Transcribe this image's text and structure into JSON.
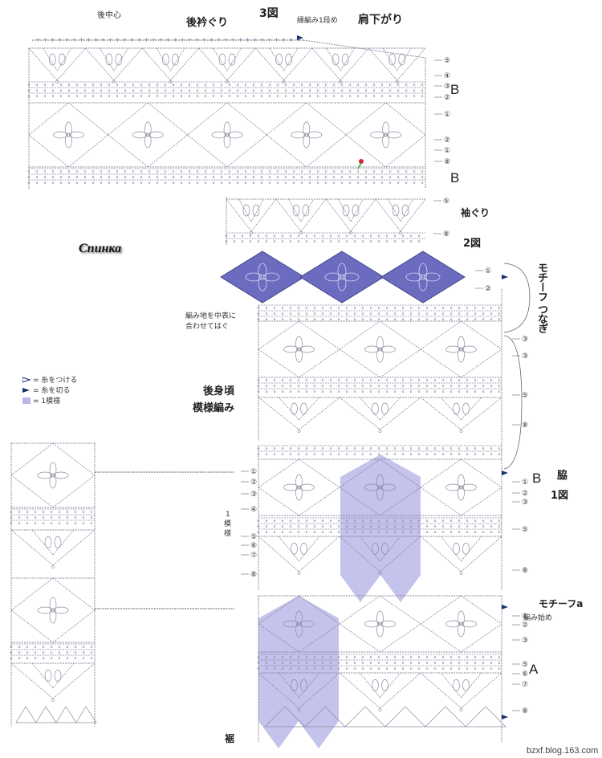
{
  "diagram": {
    "top_labels": {
      "back_center": "後中心",
      "back_neckline": "後衿ぐり",
      "figure3": "3図",
      "edge_row_note": "縁編み1段め",
      "shoulder_drop": "肩下がり"
    },
    "side_labels": {
      "section_b_upper": "B",
      "section_b_lower": "B",
      "armhole": "袖ぐり",
      "figure2": "2図",
      "motif_join": "モチーフ つなぎ",
      "join_note_1": "編み地を中表に",
      "join_note_2": "合わせてはぐ",
      "back_body": "後身頃",
      "pattern_stitch": "模様編み",
      "section_b_side": "B",
      "side_seam": "脇",
      "figure1": "1図",
      "one_repeat_1": "1",
      "one_repeat_2": "模",
      "one_repeat_3": "様",
      "motif_a": "モチーフa",
      "start_note": "編み始め",
      "section_a": "A",
      "hem": "裾"
    },
    "legend": {
      "attach_yarn": "= 糸をつける",
      "cut_yarn": "= 糸を切る",
      "one_repeat": "= 1模様",
      "marker_color": "#1a3070",
      "repeat_color": "#b9b9e8"
    },
    "row_numbers": {
      "top_block": [
        "⑤",
        "④",
        "③",
        "②",
        "①",
        "②",
        "①",
        "⑧"
      ],
      "armhole_block": [
        "⑤",
        "⑧"
      ],
      "motif_row": [
        "①",
        "②"
      ],
      "upper_body": [
        "③",
        "③",
        "⑤",
        "⑧"
      ],
      "repeat_left": [
        "①",
        "②",
        "③",
        "④",
        "⑤",
        "⑥",
        "⑦",
        "⑧"
      ],
      "repeat_right": [
        "①",
        "②",
        "③",
        "⑤",
        "⑧"
      ],
      "lower_right": [
        "①",
        "②",
        "③",
        "⑤",
        "⑥",
        "⑦",
        "⑧"
      ]
    },
    "title_overlay": "Спинка",
    "credit": "bzxf.blog.163.com",
    "motif_fill": "#6b6bbf",
    "line_color": "#8a8aa0"
  }
}
